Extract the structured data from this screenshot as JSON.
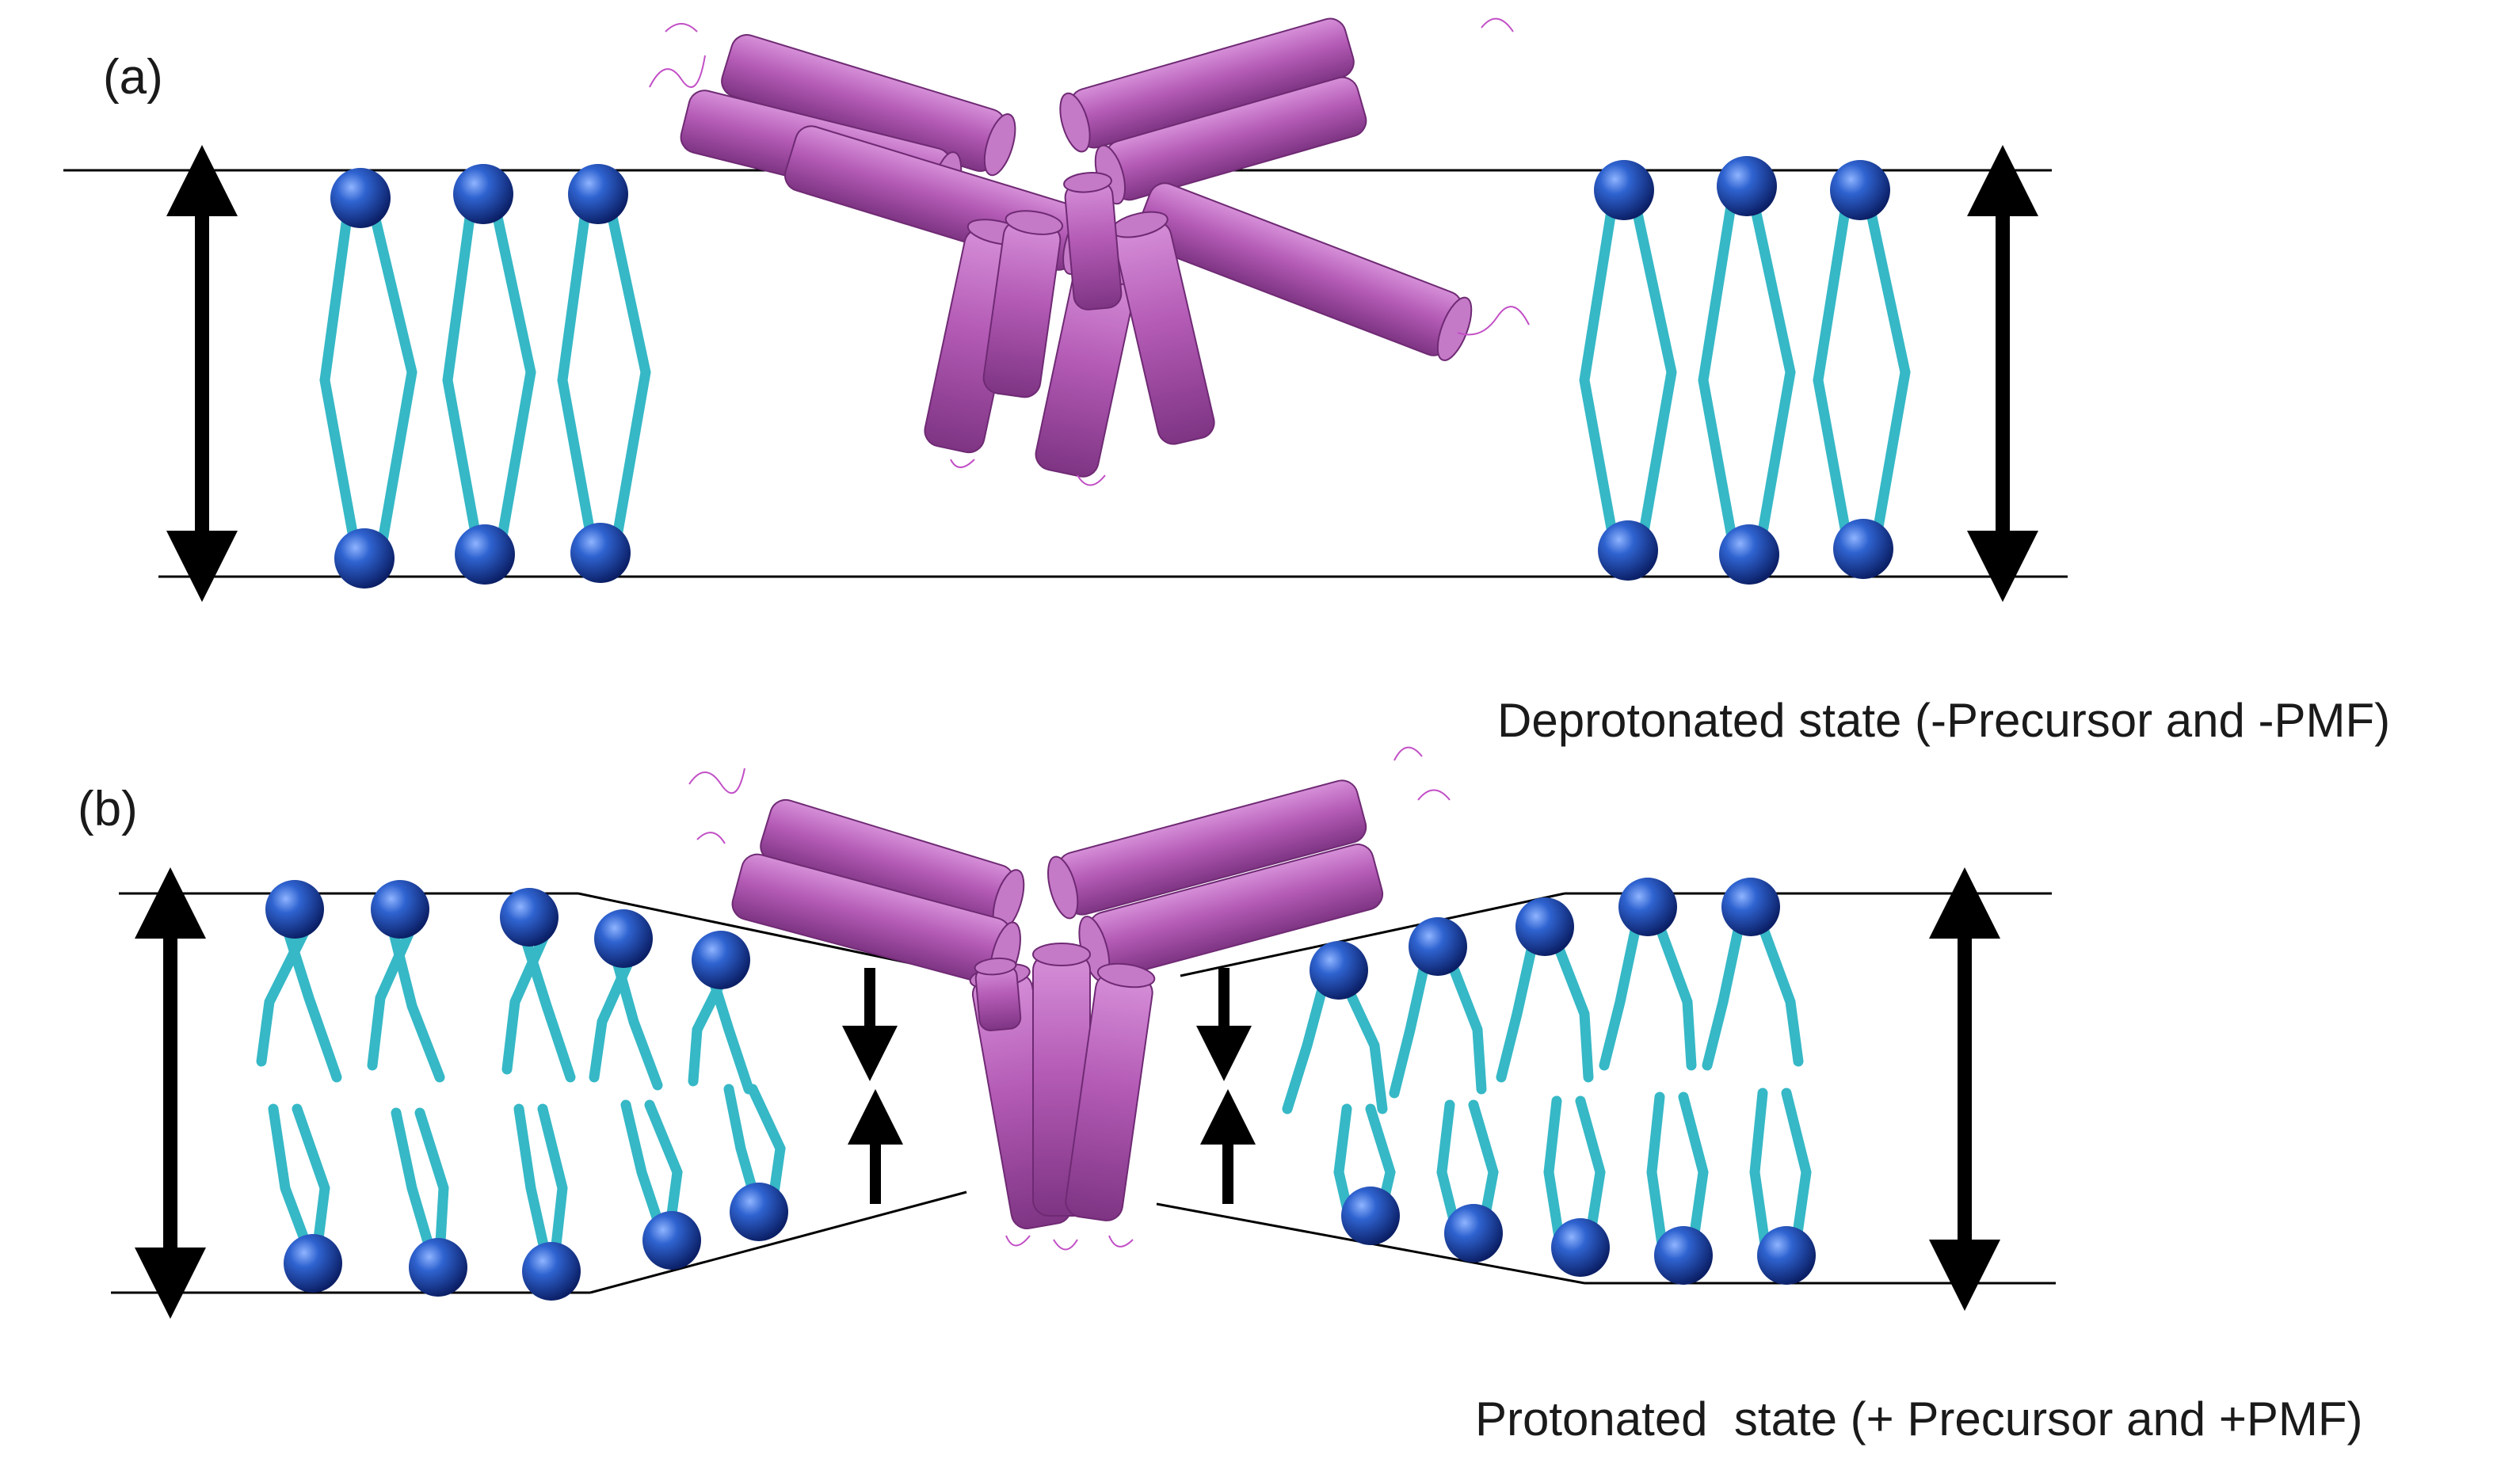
{
  "panels": [
    {
      "label": "(a)",
      "caption": "Deprotonated state (-Precursor and -PMF)"
    },
    {
      "label": "(b)",
      "caption": "Protonated  state (+ Precursor and +PMF)"
    }
  ],
  "colors": {
    "lipid_head": "#1d4fb3",
    "lipid_tail": "#36b8c6",
    "protein": "#b057b3",
    "arrow": "#000000",
    "line": "#000000"
  }
}
